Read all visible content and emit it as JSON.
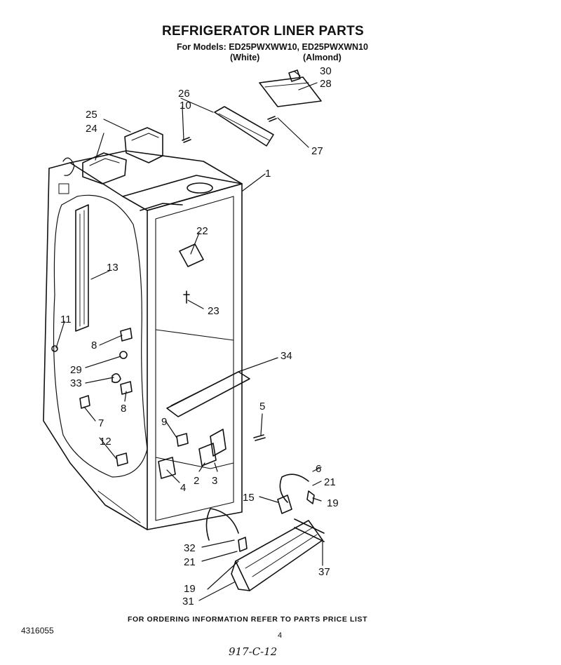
{
  "header": {
    "title": "REFRIGERATOR LINER PARTS",
    "models_line": "For Models: ED25PWXWW10, ED25PWXWN10",
    "variant_white": "(White)",
    "variant_almond": "(Almond)"
  },
  "callouts": {
    "c1": "1",
    "c2": "2",
    "c3": "3",
    "c4": "4",
    "c5": "5",
    "c6": "6",
    "c7": "7",
    "c8a": "8",
    "c8b": "8",
    "c9": "9",
    "c10": "10",
    "c11": "11",
    "c12": "12",
    "c13": "13",
    "c15": "15",
    "c19a": "19",
    "c19b": "19",
    "c21a": "21",
    "c21b": "21",
    "c22": "22",
    "c23": "23",
    "c24": "24",
    "c25": "25",
    "c26": "26",
    "c27": "27",
    "c28": "28",
    "c29": "29",
    "c30": "30",
    "c31": "31",
    "c32": "32",
    "c33": "33",
    "c34": "34",
    "c37": "37"
  },
  "footer": {
    "ordering_note": "FOR ORDERING INFORMATION REFER TO PARTS PRICE LIST",
    "document_number": "4316055",
    "page_number": "4",
    "handwritten_note": "917-C-12"
  }
}
